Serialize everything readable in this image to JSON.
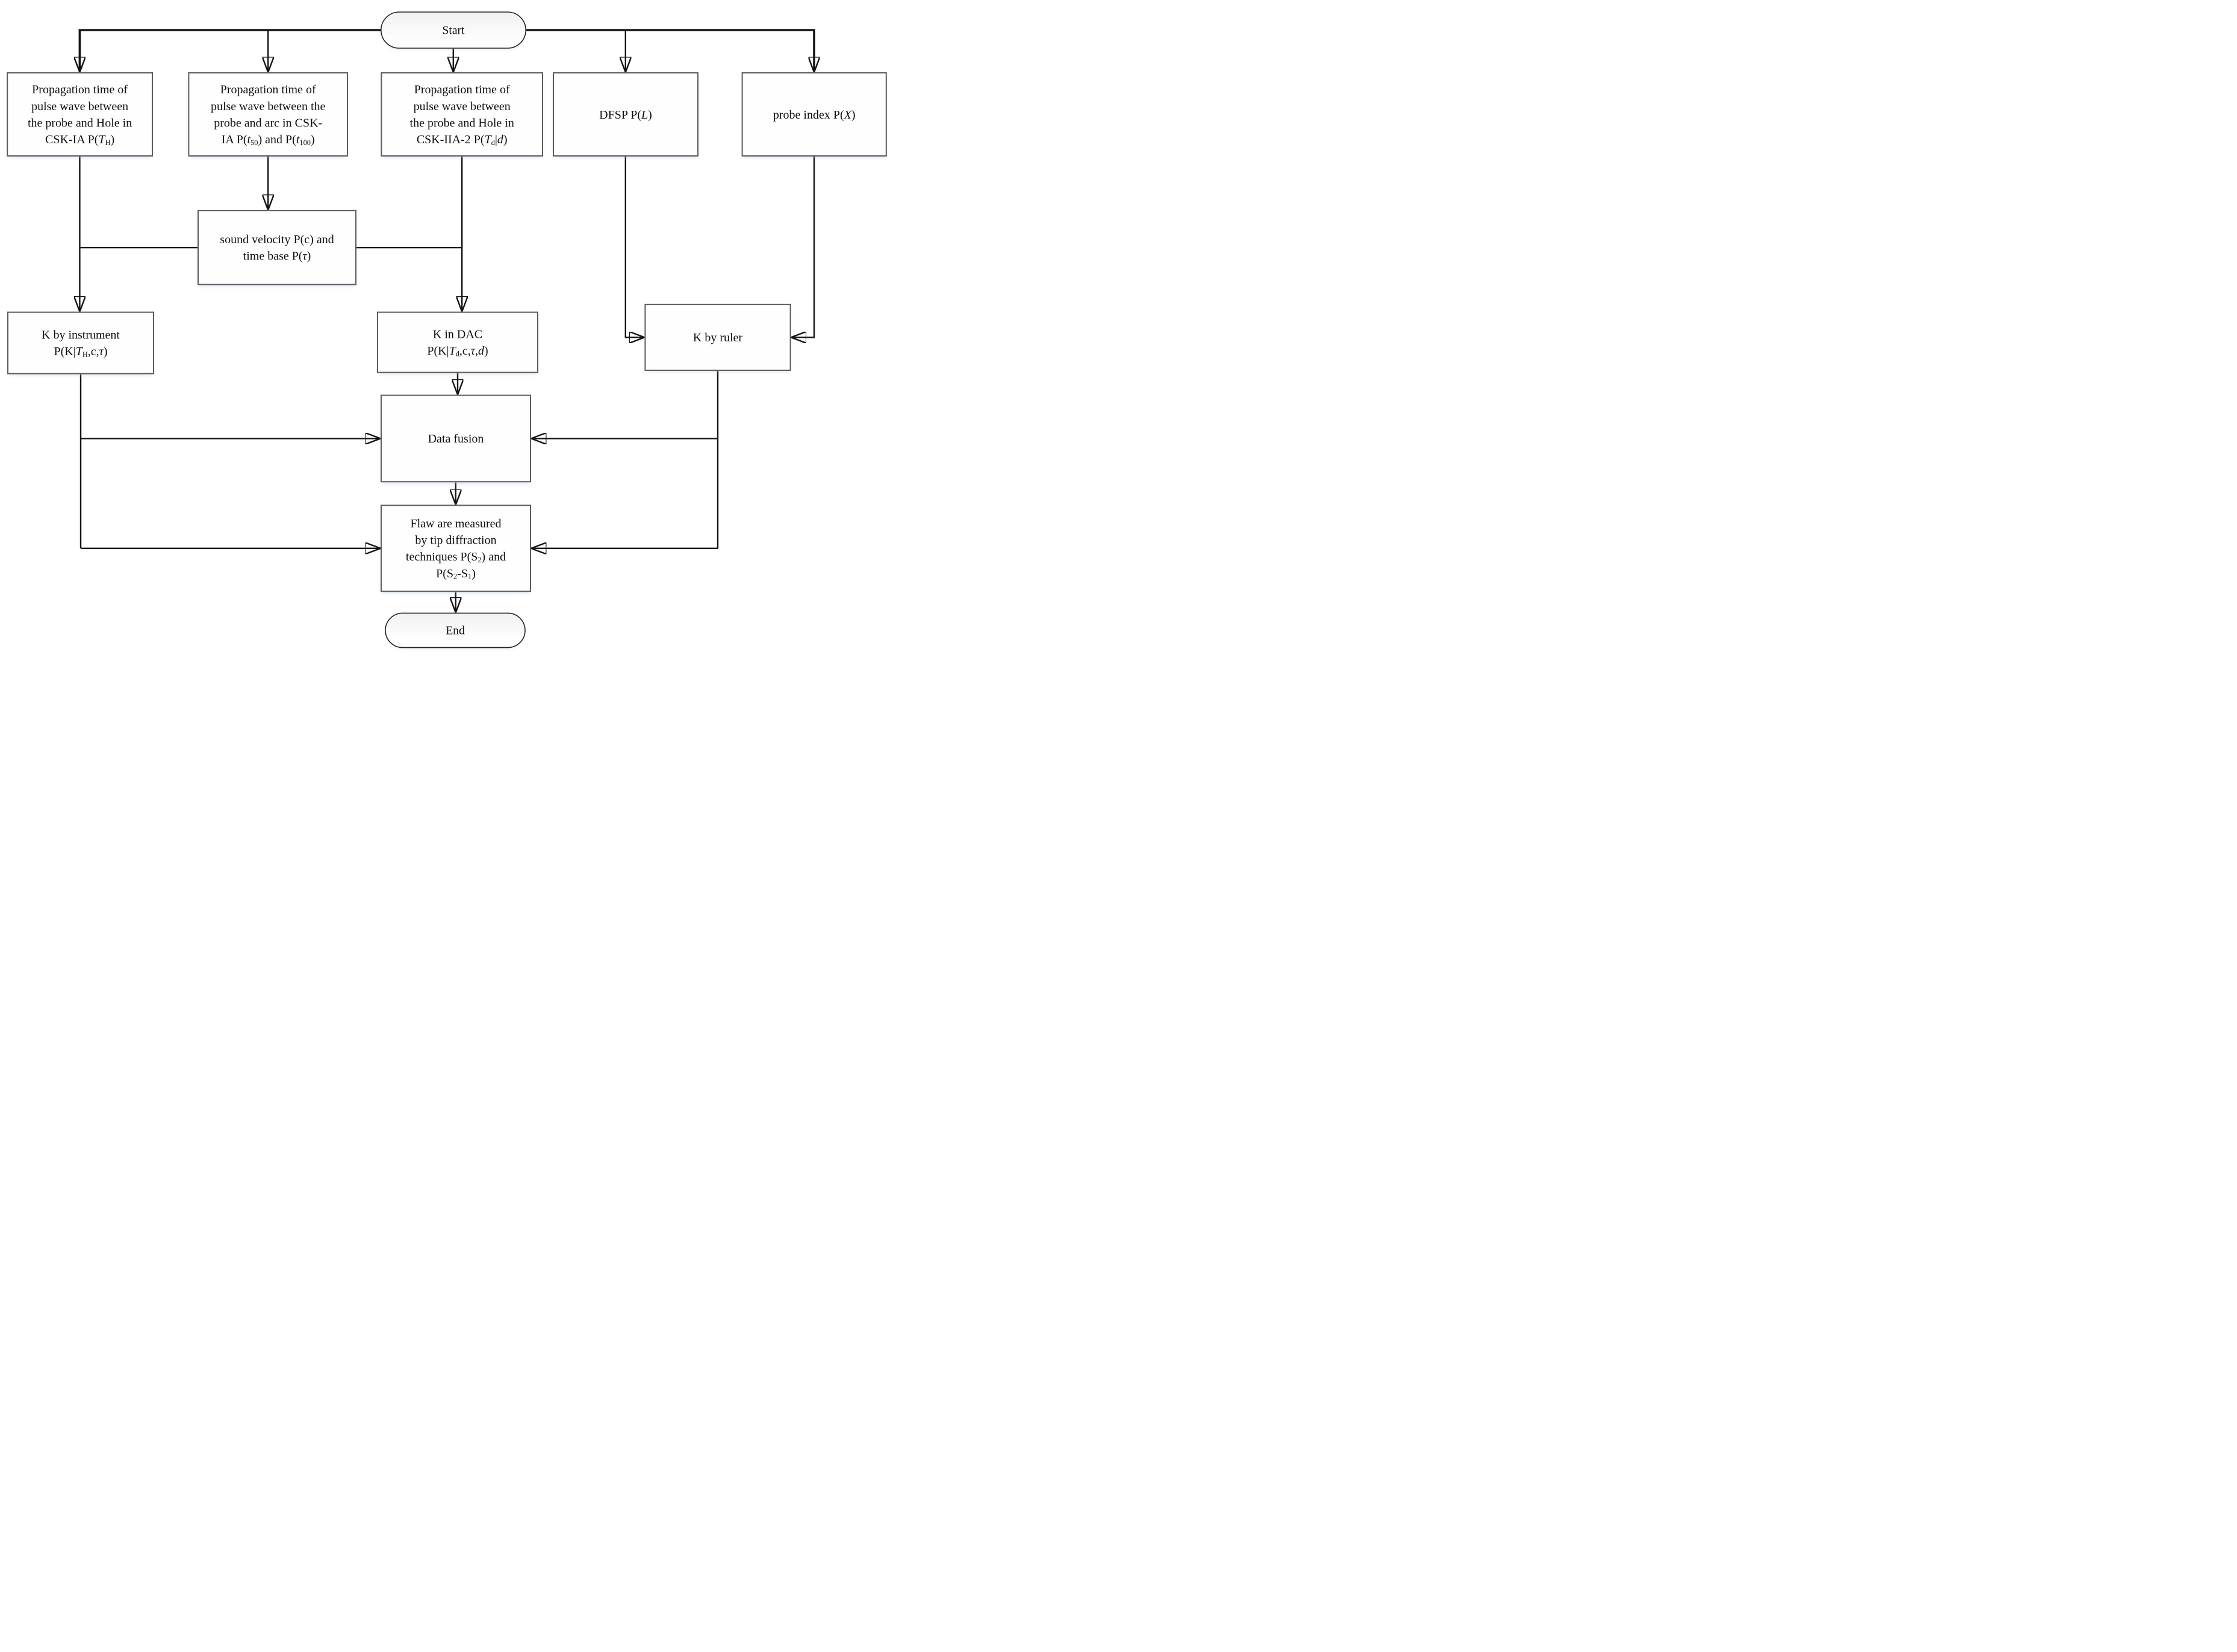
{
  "theme": {
    "bg": "#ffffff",
    "line": "#141414",
    "text": "#0e0e0e",
    "box-border": "#5c5c5c",
    "terminator-border": "#232323"
  },
  "diagram": {
    "type": "flowchart",
    "nodes": {
      "start": {
        "label": "Start",
        "shape": "terminator"
      },
      "prop_hole_csk1a": {
        "label": "Propagation time of\npulse wave between\nthe probe and Hole in\nCSK-IA P(*T*_H_)",
        "shape": "process"
      },
      "prop_arc_csk1a": {
        "label": "Propagation time of\npulse wave between the\nprobe and arc in CSK-\nIA P(*t*_50_) and P(*t*_100_)",
        "shape": "process"
      },
      "prop_hole_csk2a2": {
        "label": "Propagation time of\npulse wave between\nthe probe and Hole in\nCSK-IIA-2 P(*T*_d_|*d*)",
        "shape": "process"
      },
      "dfsp": {
        "label": "DFSP P(*L*)",
        "shape": "process"
      },
      "probe_index": {
        "label": "probe index P(*X*)",
        "shape": "process"
      },
      "sound_velocity": {
        "label": "sound velocity P(c) and\ntime base P(*τ*)",
        "shape": "process"
      },
      "k_by_instrument": {
        "label": "K by instrument\nP(K|*T*_H_,c,*τ*)",
        "shape": "process"
      },
      "k_in_dac": {
        "label": "K in DAC\nP(K|*T*_d_,c,*τ*,*d*)",
        "shape": "process"
      },
      "k_by_ruler": {
        "label": "K by ruler",
        "shape": "process"
      },
      "data_fusion": {
        "label": "Data fusion",
        "shape": "process"
      },
      "flaw_measured": {
        "label": "Flaw are measured\nby tip diffraction\ntechniques P(S_2_) and\nP(S_2_-S_1_)",
        "shape": "process"
      },
      "end": {
        "label": "End",
        "shape": "terminator"
      }
    }
  }
}
